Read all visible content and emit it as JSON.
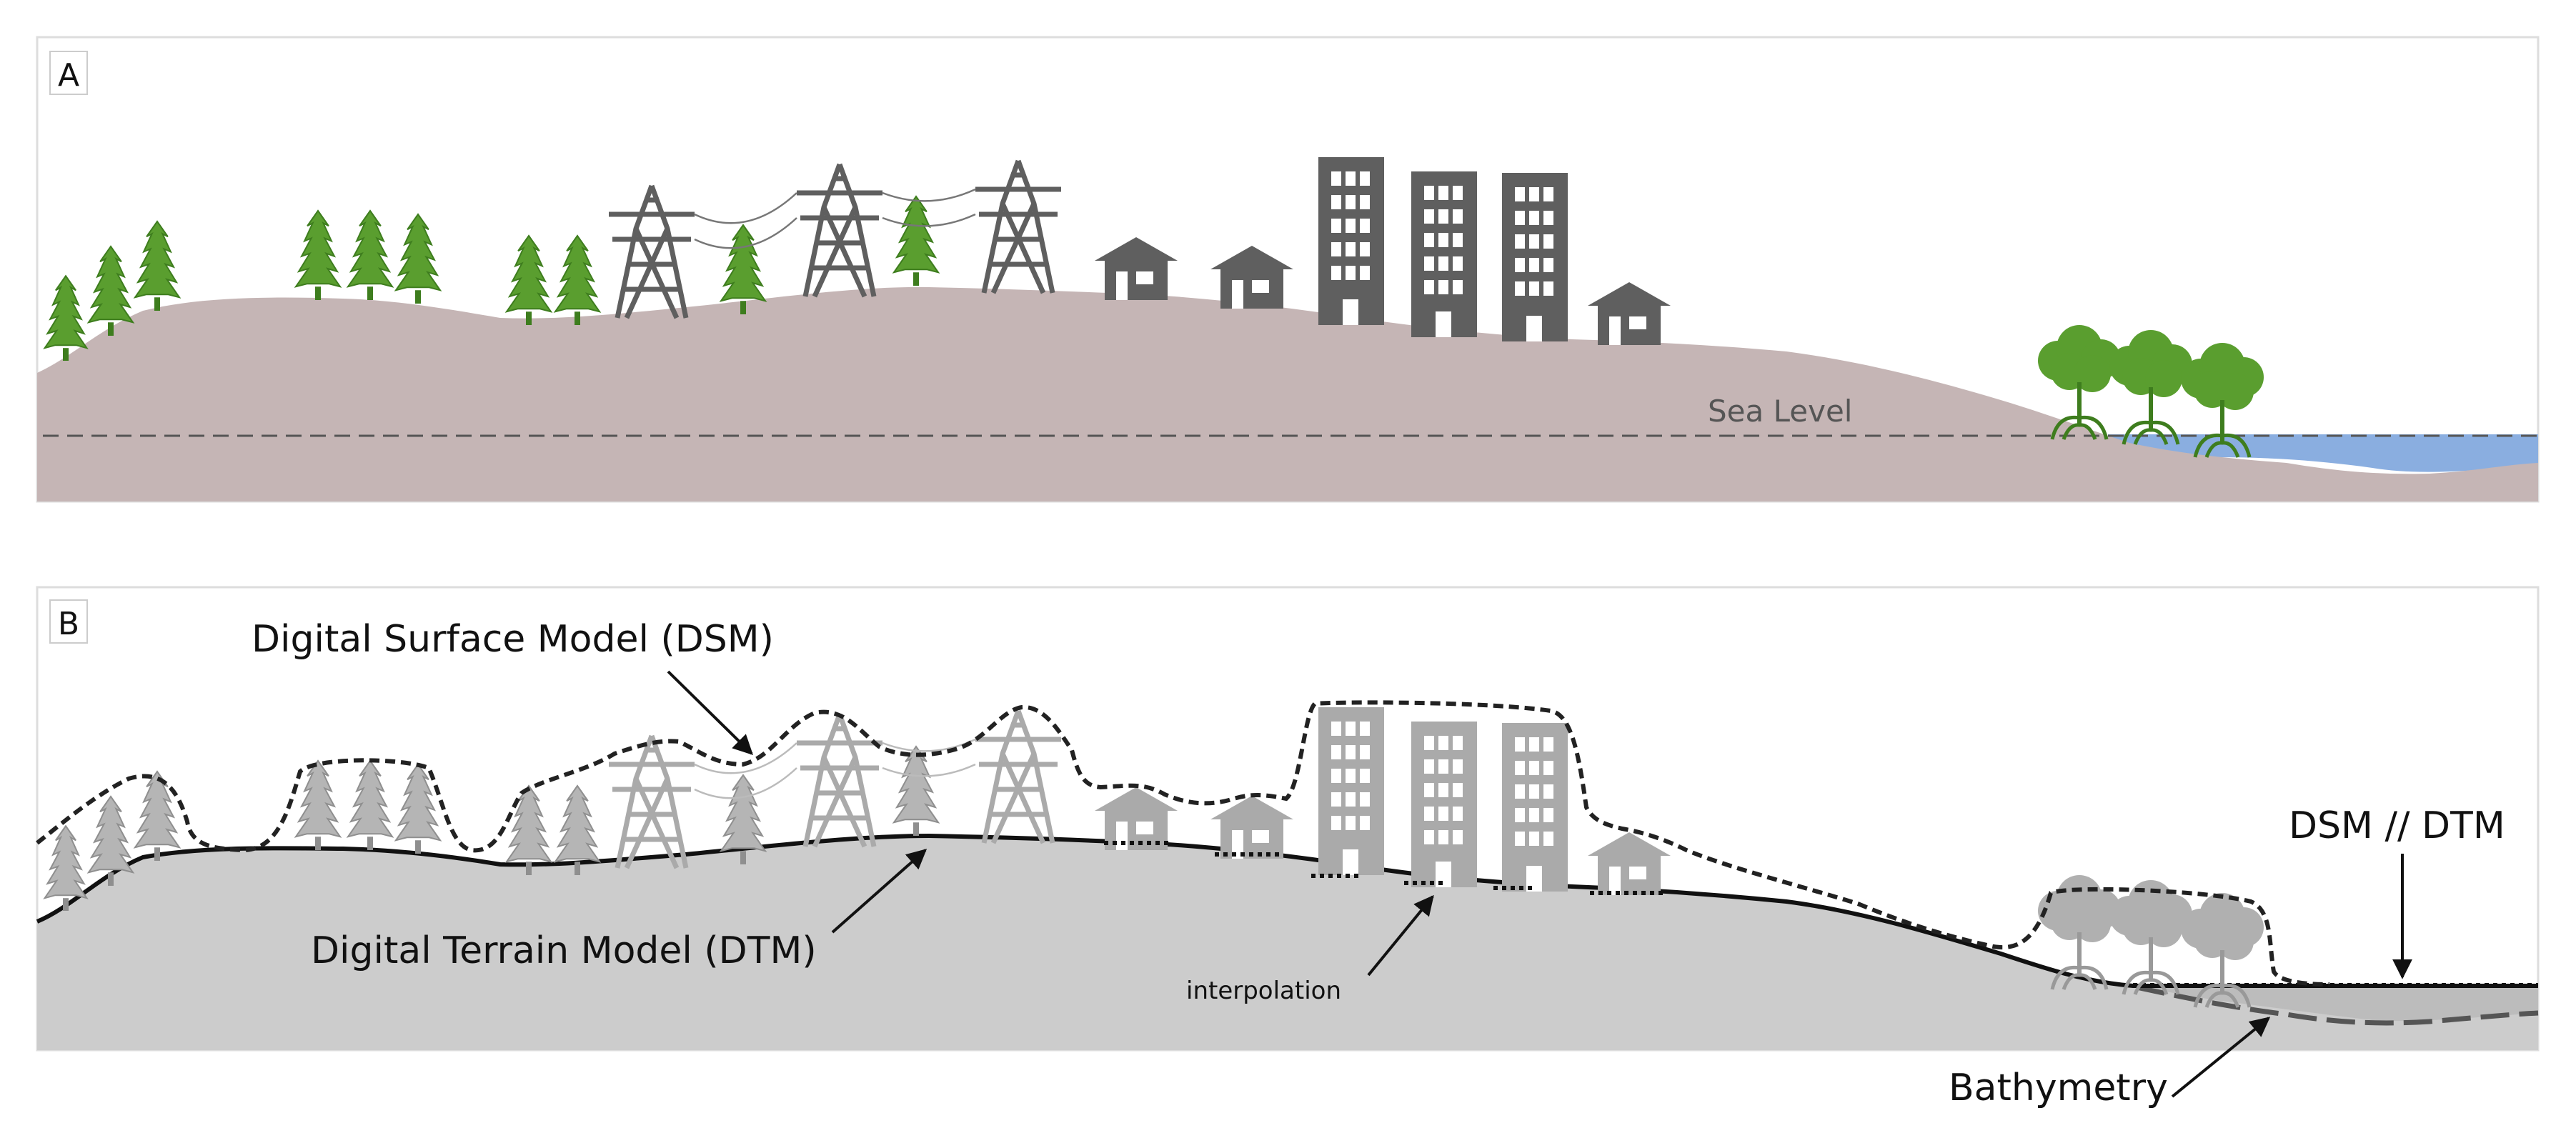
{
  "panel_a": {
    "letter": "A",
    "sea_level_label": "Sea Level"
  },
  "panel_b": {
    "letter": "B",
    "dsm_label": "Digital Surface Model (DSM)",
    "dtm_label": "Digital Terrain Model (DTM)",
    "interpolation_label": "interpolation",
    "dsm_dtm_label": "DSM // DTM",
    "bathymetry_label": "Bathymetry"
  },
  "colors": {
    "land_a": "#c5b5b5",
    "land_b": "#cccccc",
    "water": "#8aaee0",
    "tree_green": "#5a9e2f",
    "tree_dark": "#3e7d1e",
    "structure_a": "#5f5f5f",
    "structure_b": "#aaaaaa",
    "frame": "#dddddd"
  }
}
